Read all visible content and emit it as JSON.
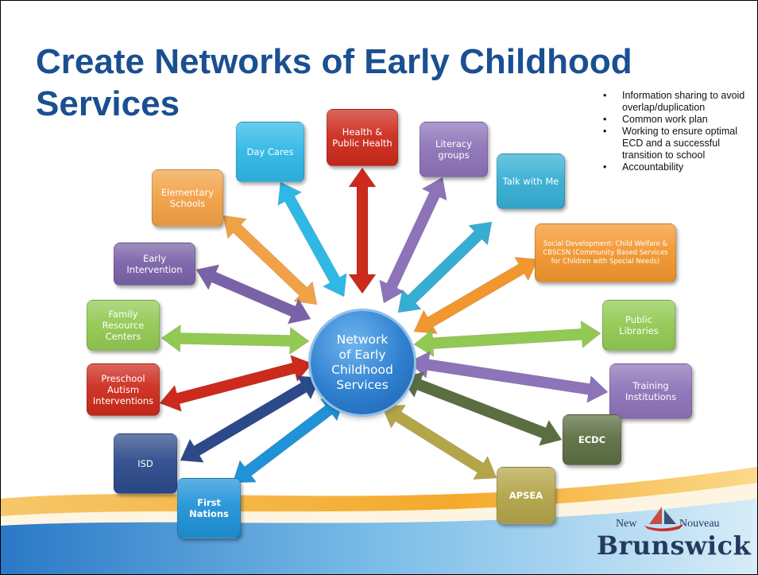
{
  "slide": {
    "title_line1": "Create Networks of Early Childhood",
    "title_line2": "Services"
  },
  "bullets": [
    "Information sharing to avoid overlap/duplication",
    "Common work plan",
    "Working to ensure optimal ECD and a successful transition to school",
    "Accountability"
  ],
  "center": {
    "line1": "Network",
    "line2": "of Early",
    "line3": "Childhood",
    "line4": "Services"
  },
  "nodes": {
    "health": {
      "label": "Health & Public Health",
      "color": "#cc2a1c"
    },
    "day_cares": {
      "label": "Day Cares",
      "color": "#2fb8e6"
    },
    "literacy": {
      "label": "Literacy groups",
      "color": "#8d73b8"
    },
    "talk_with_me": {
      "label": "Talk with Me",
      "color": "#36aed3"
    },
    "elementary": {
      "label": "Elementary Schools",
      "color": "#f2a246"
    },
    "social_dev": {
      "label": "Social Development: Child Welfare & CBSCSN (Community Based Services for Children with Special Needs)",
      "color": "#f2962e"
    },
    "early_intervention": {
      "label": "Early Intervention",
      "color": "#7a62a8"
    },
    "family_resource": {
      "label": "Family Resource Centers",
      "color": "#92c952"
    },
    "public_libraries": {
      "label": "Public Libraries",
      "color": "#92c952"
    },
    "preschool_autism": {
      "label": "Preschool Autism Interventions",
      "color": "#cc2a1c"
    },
    "training": {
      "label": "Training Institutions",
      "color": "#8d73b8"
    },
    "ecdc": {
      "label": "ECDC",
      "color": "#5b6e41"
    },
    "isd": {
      "label": "ISD",
      "color": "#2c4a8a"
    },
    "apsea": {
      "label": "APSEA",
      "color": "#b4a549"
    },
    "first_nations": {
      "label": "First Nations",
      "color": "#1f92d8"
    }
  },
  "logo": {
    "new": "New",
    "nouveau": "Nouveau",
    "name": "Brunswick"
  }
}
